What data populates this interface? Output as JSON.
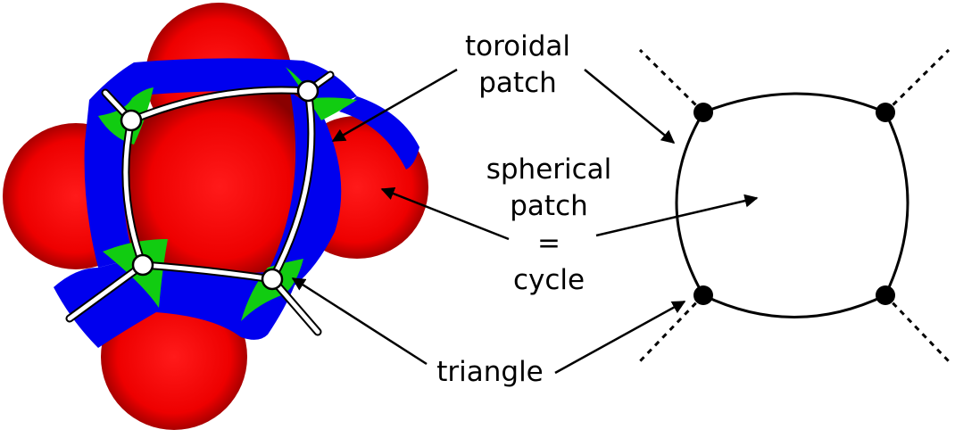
{
  "labels": {
    "toroidal_line1": "toroidal",
    "toroidal_line2": "patch",
    "spherical_line1": "spherical",
    "spherical_line2": "patch",
    "spherical_line3": "=",
    "spherical_line4": "cycle",
    "triangle": "triangle"
  },
  "colors": {
    "sphere": "#ff0000",
    "toroidal_patch": "#0000ff",
    "triangle_patch": "#00cc00",
    "graph_edge": "#ffffff",
    "outline": "#000000"
  }
}
